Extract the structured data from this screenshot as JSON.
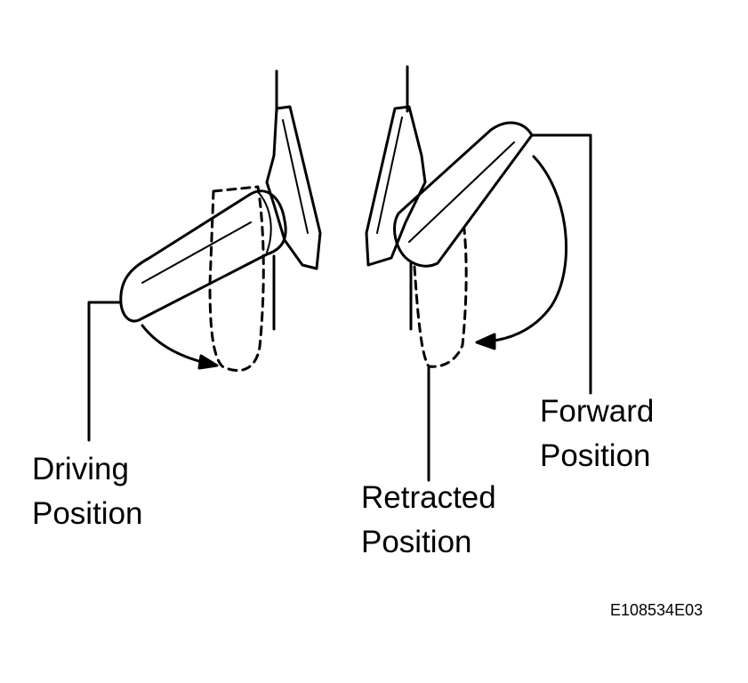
{
  "labels": {
    "driving": {
      "line1": "Driving",
      "line2": "Position"
    },
    "retracted": {
      "line1": "Retracted",
      "line2": "Position"
    },
    "forward": {
      "line1": "Forward",
      "line2": "Position"
    }
  },
  "figure_code": "E108534E03"
}
